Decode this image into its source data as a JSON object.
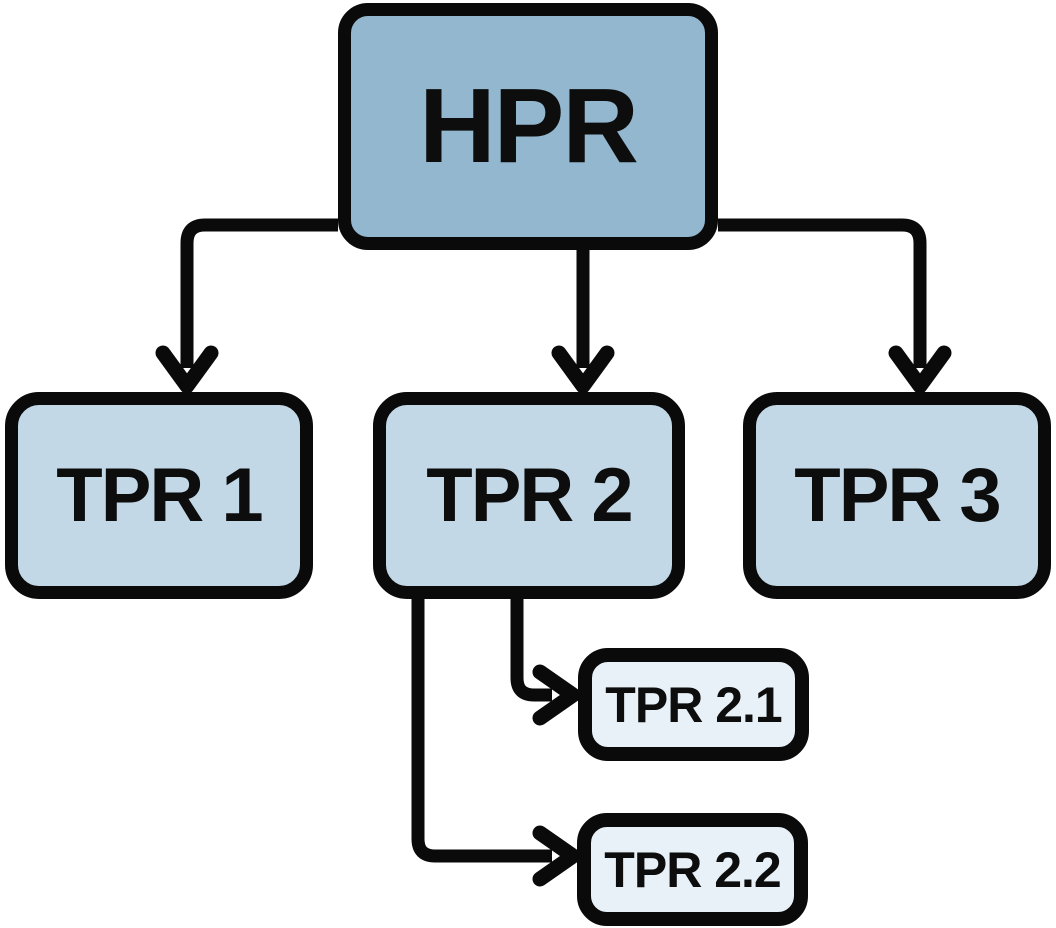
{
  "diagram": {
    "type": "tree",
    "nodes": {
      "hpr": {
        "label": "HPR",
        "level": 0
      },
      "tpr1": {
        "label": "TPR 1",
        "level": 1
      },
      "tpr2": {
        "label": "TPR 2",
        "level": 1
      },
      "tpr3": {
        "label": "TPR 3",
        "level": 1
      },
      "tpr21": {
        "label": "TPR 2.1",
        "level": 2
      },
      "tpr22": {
        "label": "TPR 2.2",
        "level": 2
      }
    },
    "edges": [
      {
        "from": "HPR",
        "to": "TPR 1"
      },
      {
        "from": "HPR",
        "to": "TPR 2"
      },
      {
        "from": "HPR",
        "to": "TPR 3"
      },
      {
        "from": "TPR 2",
        "to": "TPR 2.1"
      },
      {
        "from": "TPR 2",
        "to": "TPR 2.2"
      }
    ],
    "colors": {
      "root_fill": "#92b7cf",
      "level1_fill": "#c3d8e6",
      "level2_fill": "#e8f1f8",
      "stroke": "#0a0a0a",
      "background": "#ffffff"
    }
  }
}
